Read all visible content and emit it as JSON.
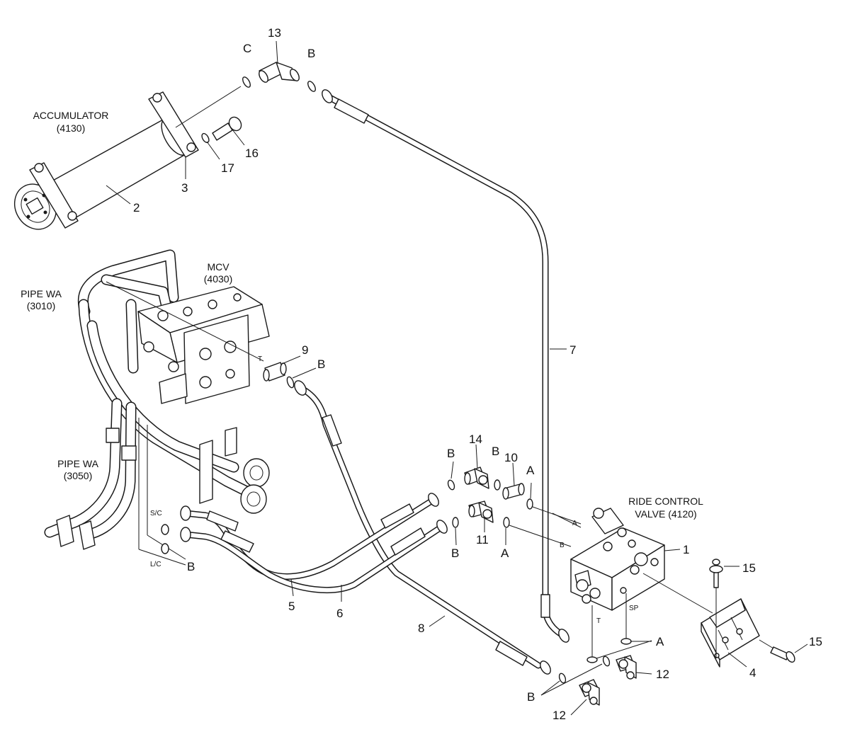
{
  "components": {
    "accumulator": {
      "name": "ACCUMULATOR",
      "ref": "(4130)"
    },
    "mcv": {
      "name": "MCV",
      "ref": "(4030)"
    },
    "pipe_wa_1": {
      "name": "PIPE WA",
      "ref": "(3010)"
    },
    "pipe_wa_2": {
      "name": "PIPE WA",
      "ref": "(3050)"
    },
    "ride_control_valve": {
      "name": "RIDE CONTROL",
      "name2": "VALVE (4120)"
    }
  },
  "callouts": {
    "n1": "1",
    "n2": "2",
    "n3": "3",
    "n4": "4",
    "n5": "5",
    "n6": "6",
    "n7": "7",
    "n8": "8",
    "n9": "9",
    "n10": "10",
    "n11": "11",
    "n12a": "12",
    "n12b": "12",
    "n13": "13",
    "n14": "14",
    "n15a": "15",
    "n15b": "15",
    "n16": "16",
    "n17": "17"
  },
  "seal_labels": {
    "c_top": "C",
    "b_top": "B",
    "b_mcv": "B",
    "b_14_left": "B",
    "b_14_right": "B",
    "a_10": "A",
    "b_11": "B",
    "a_11": "A",
    "a_bottom": "A",
    "b_bottom": "B",
    "b_left": "B"
  },
  "port_labels": {
    "t_mcv": "T",
    "sc": "S/C",
    "lc": "L/C",
    "a_port": "A",
    "b_port": "B",
    "sp_port": "SP",
    "t_port": "T"
  }
}
